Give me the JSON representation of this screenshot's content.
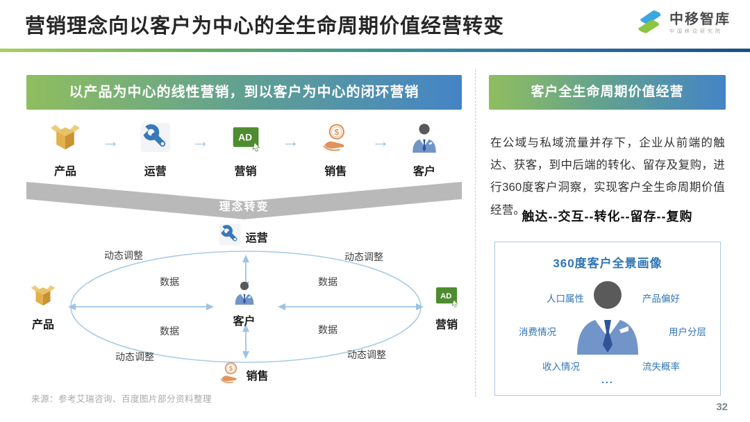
{
  "header": {
    "title": "营销理念向以客户为中心的全生命周期价值经营转变",
    "logo": {
      "name": "中移智库",
      "subtitle": "中国移动研究院"
    }
  },
  "left": {
    "banner": "以产品为中心的线性营销，到以客户为中心的闭环营销",
    "flow": {
      "arrow": "→",
      "ad_text": "AD",
      "coin_symbol": "$",
      "items": [
        {
          "label": "产品",
          "icon": "box-icon"
        },
        {
          "label": "运营",
          "icon": "wrench-icon"
        },
        {
          "label": "营销",
          "icon": "ad-icon"
        },
        {
          "label": "销售",
          "icon": "coin-hand-icon"
        },
        {
          "label": "客户",
          "icon": "person-icon"
        }
      ]
    },
    "chevron_label": "理念转变",
    "diagram": {
      "top": "运营",
      "left": "产品",
      "right": "营销",
      "bottom": "销售",
      "center": "客户",
      "data_label": "数据",
      "adjust_label": "动态调整"
    },
    "source": "来源：参考艾瑞咨询、百度图片部分资料整理"
  },
  "right": {
    "banner": "客户全生命周期价值经营",
    "paragraph": "在公域与私域流量并存下，企业从前端的触达、获客，到中后端的转化、留存及复购，进行360度客户洞察，实现客户全生命周期价值经营。",
    "funnel": "触达--交互--转化--留存--复购",
    "portrait": {
      "title": "360度客户全景画像",
      "labels": [
        "人口属性",
        "产品偏好",
        "消费情况",
        "用户分层",
        "收入情况",
        "流失概率"
      ],
      "more": "..."
    }
  },
  "footer": {
    "page": "32"
  },
  "colors": {
    "banner_green": "#8fbe5f",
    "banner_blue": "#4484c6",
    "accent_blue": "#2e75b6",
    "arrow_blue": "#9dc3e6",
    "ad_green": "#4e8c2f",
    "box_gold": "#d9a43b",
    "coin_orange": "#e0935a",
    "chevron_gray": "#b9b9b9"
  }
}
